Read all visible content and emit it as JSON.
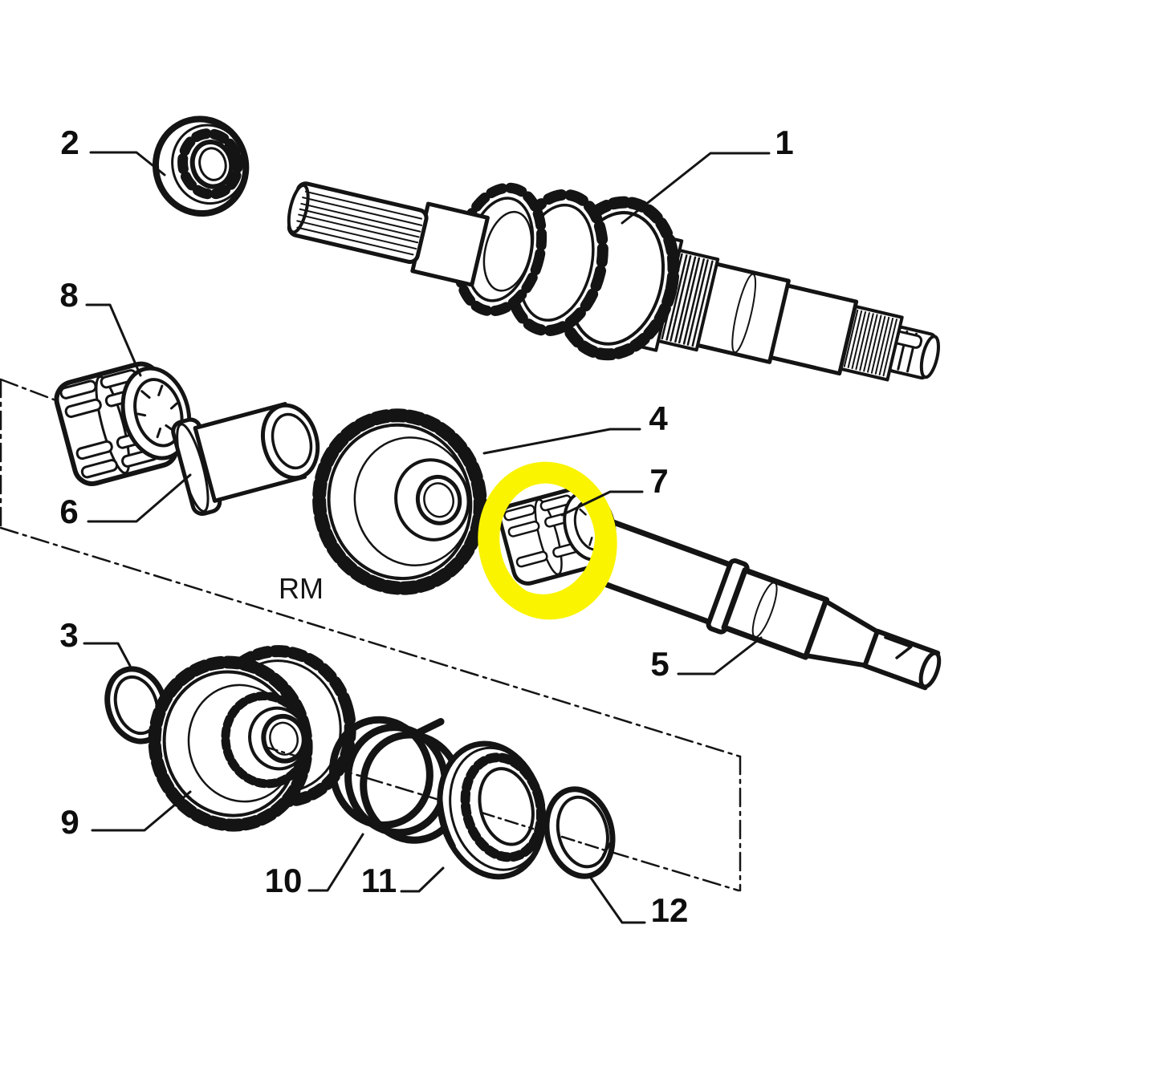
{
  "diagram": {
    "background_color": "#ffffff",
    "line_color": "#141414",
    "highlight_color": "#FAF400",
    "axis_label": "RM",
    "highlighted_part_number": "7",
    "callouts": [
      {
        "label": "1"
      },
      {
        "label": "2"
      },
      {
        "label": "3"
      },
      {
        "label": "4"
      },
      {
        "label": "5"
      },
      {
        "label": "6"
      },
      {
        "label": "7"
      },
      {
        "label": "8"
      },
      {
        "label": "9"
      },
      {
        "label": "10"
      },
      {
        "label": "11"
      },
      {
        "label": "12"
      }
    ]
  }
}
